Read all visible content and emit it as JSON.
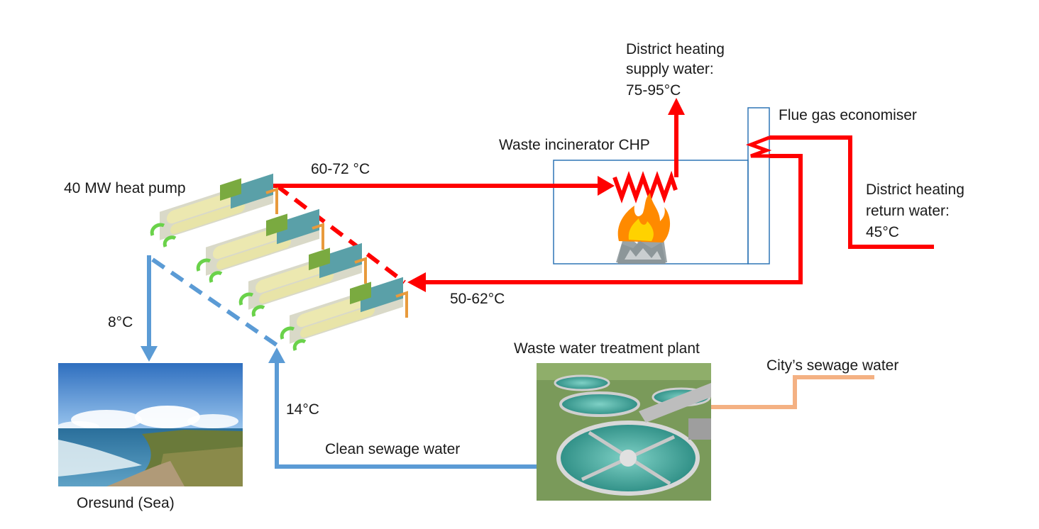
{
  "colors": {
    "hot_pipe": "#ff0000",
    "cold_pipe": "#5b9bd5",
    "sewage_pipe": "#f4b183",
    "box_outline": "#2e75b6"
  },
  "labels": {
    "heat_pump": "40 MW heat pump",
    "hp_supply_temp": "60-72 °C",
    "incinerator": "Waste incinerator CHP",
    "dh_supply_line1": "District heating",
    "dh_supply_line2": "supply water:",
    "dh_supply_line3": "75-95°C",
    "flue_gas": "Flue gas economiser",
    "dh_return_line1": "District heating",
    "dh_return_line2": "return water:",
    "dh_return_line3": "45°C",
    "hp_return_temp": "50-62°C",
    "sea_temp": "8°C",
    "sewage_temp": "14°C",
    "sea_caption": "Oresund (Sea)",
    "wwtp": "Waste water treatment plant",
    "city_sewage": "City’s sewage water",
    "clean_sewage": "Clean sewage water"
  },
  "icons": {
    "heat_exchanger": "zigzag-coil-icon",
    "fire": "flame-icon",
    "heat_pump_units": "heat-pump-module-icon",
    "sea_photo": "sea-coast-photo",
    "wwtp_photo": "treatment-plant-photo"
  }
}
